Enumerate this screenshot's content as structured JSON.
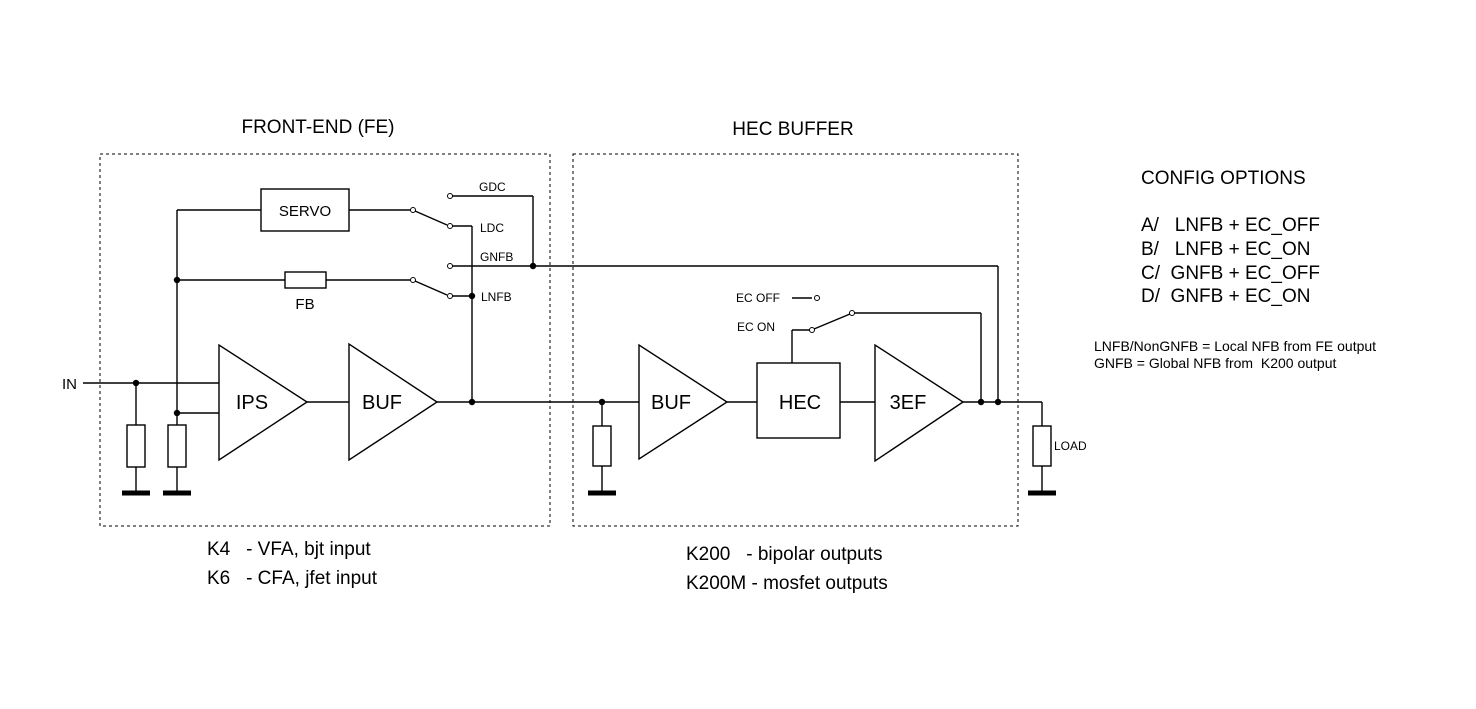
{
  "sections": {
    "frontend_title": "FRONT-END (FE)",
    "hec_title": "HEC BUFFER"
  },
  "blocks": {
    "servo": "SERVO",
    "fb": "FB",
    "ips": "IPS",
    "buf_fe": "BUF",
    "buf_hec": "BUF",
    "hec": "HEC",
    "ef3": "3EF"
  },
  "labels": {
    "in": "IN",
    "gdc": "GDC",
    "ldc": "LDC",
    "gnfb": "GNFB",
    "lnfb": "LNFB",
    "ec_off": "EC OFF",
    "ec_on": "EC ON",
    "load": "LOAD"
  },
  "fe_variants": [
    "K4   - VFA, bjt input",
    "K6   - CFA, jfet input"
  ],
  "hec_variants": [
    "K200   - bipolar outputs",
    "K200M - mosfet outputs"
  ],
  "config": {
    "title": "CONFIG OPTIONS",
    "options": [
      "A/   LNFB + EC_OFF",
      "B/   LNFB + EC_ON",
      "C/  GNFB + EC_OFF",
      "D/  GNFB + EC_ON"
    ],
    "notes": [
      "LNFB/NonGNFB = Local NFB from FE output",
      "GNFB = Global NFB from  K200 output"
    ]
  }
}
